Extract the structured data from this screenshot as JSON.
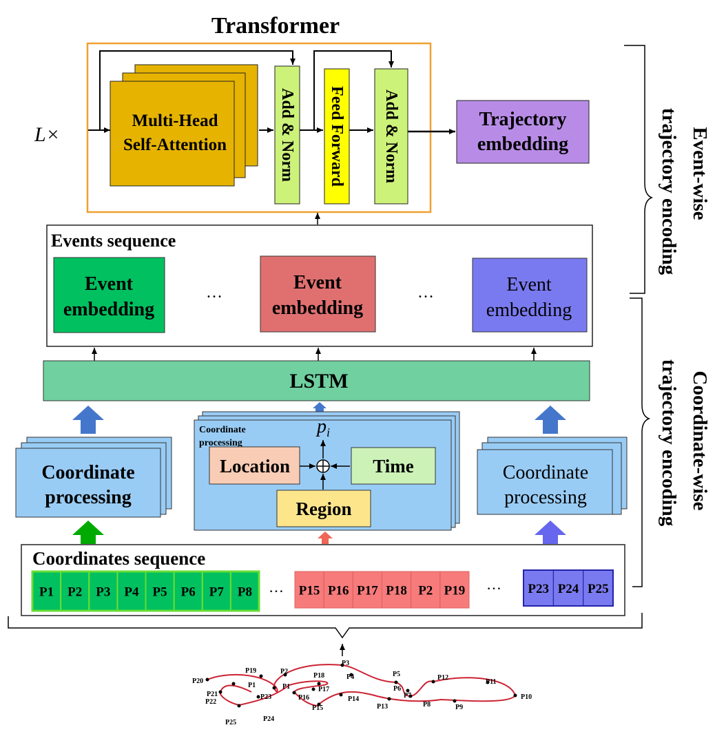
{
  "transformer": {
    "title": "Transformer",
    "repeat_label": "L×",
    "mhsa_line1": "Multi-Head",
    "mhsa_line2": "Self-Attention",
    "add_norm_1": "Add & Norm",
    "feed_forward": "Feed Forward",
    "add_norm_2": "Add & Norm",
    "traj_line1": "Trajectory",
    "traj_line2": "embedding"
  },
  "events": {
    "title": "Events sequence",
    "event_line1": "Event",
    "event_line2": "embedding",
    "ellipsis": "…"
  },
  "lstm": {
    "label": "LSTM"
  },
  "coordinate_processing": {
    "line1": "Coordinate",
    "line2": "processing",
    "small_line1": "Coordinate",
    "small_line2": "processing",
    "p_i": "p",
    "p_i_sub": "i",
    "location": "Location",
    "time": "Time",
    "region": "Region"
  },
  "coordinates": {
    "title": "Coordinates sequence",
    "group1": [
      "P1",
      "P2",
      "P3",
      "P4",
      "P5",
      "P6",
      "P7",
      "P8"
    ],
    "group2": [
      "P15",
      "P16",
      "P17",
      "P18",
      "P2",
      "P19"
    ],
    "group3": [
      "P23",
      "P24",
      "P25"
    ],
    "ellipsis": "…"
  },
  "side_labels": {
    "event_wise_line1": "Event-wise",
    "event_wise_line2": "trajectory encoding",
    "coord_wise_line1": "Coordinate-wise",
    "coord_wise_line2": "trajectory encoding"
  },
  "trajectory_points": {
    "p20": "P20",
    "p19": "P19",
    "p2": "P2",
    "p18": "P18",
    "p3": "P3",
    "p4": "P4",
    "p5": "P5",
    "p12": "P12",
    "p11": "P11",
    "p21": "P21",
    "p1a": "P1",
    "p1b": "P1",
    "p17": "P17",
    "p6": "P6",
    "p7": "P7",
    "p22": "P22",
    "p23": "P23",
    "p16": "P16",
    "p14": "P14",
    "p13": "P13",
    "p8": "P8",
    "p9": "P9",
    "p10": "P10",
    "p15": "P15",
    "p25": "P25",
    "p24": "P24"
  },
  "colors": {
    "transformer_border": "#f0a030",
    "mhsa": "#e6b400",
    "add_norm": "#ccf27a",
    "feed_forward": "#ffff00",
    "trajectory": "#b88ce6",
    "event_green": "#00c060",
    "event_red": "#e07070",
    "event_blue": "#7a7af0",
    "lstm": "#70d0a0",
    "coord_blue": "#99ccf5",
    "location": "#f9cdb5",
    "time": "#ccf2b8",
    "region": "#fde58c",
    "seq_green": "#00c060",
    "seq_red": "#f77b7b",
    "seq_blue": "#7a7af0",
    "arrow_blue": "#4477cc",
    "arrow_green": "#00aa00",
    "arrow_purple": "#6666ee",
    "arrow_red": "#ee6655",
    "curve": "#cc2233"
  }
}
